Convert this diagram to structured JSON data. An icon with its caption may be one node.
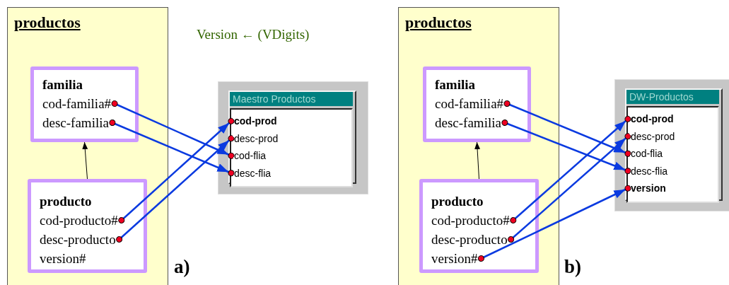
{
  "diagram": {
    "nodes": [
      {
        "text": [
          "productos"
        ]
      },
      {
        "text": [
          "familia"
        ],
        "in": 0
      },
      {
        "text": [
          "cod-familia#"
        ],
        "in": 1
      },
      {
        "text": [
          "desc-familia"
        ],
        "in": 1
      },
      {
        "text": [
          "producto"
        ],
        "in": 0
      },
      {
        "text": [
          "cod-producto#"
        ],
        "in": 4
      },
      {
        "text": [
          "desc-producto"
        ],
        "in": 4
      },
      {
        "text": [
          "version#"
        ],
        "in": 4
      },
      {
        "text": [
          "Maestro Productos"
        ]
      },
      {
        "text": [
          "cod-prod"
        ],
        "in": 8
      },
      {
        "text": [
          "desc-prod"
        ],
        "in": 8
      },
      {
        "text": [
          "cod-flia"
        ],
        "in": 8
      },
      {
        "text": [
          "desc-flia"
        ],
        "in": 8
      },
      {
        "text": [
          "productos"
        ]
      },
      {
        "text": [
          "familia"
        ],
        "in": 13
      },
      {
        "text": [
          "cod-familia#"
        ],
        "in": 14
      },
      {
        "text": [
          "desc-familia"
        ],
        "in": 14
      },
      {
        "text": [
          "producto"
        ],
        "in": 13
      },
      {
        "text": [
          "cod-producto#"
        ],
        "in": 17
      },
      {
        "text": [
          "desc-producto"
        ],
        "in": 17
      },
      {
        "text": [
          "version#"
        ],
        "in": 17
      },
      {
        "text": [
          "DW-Productos"
        ]
      },
      {
        "text": [
          "cod-prod"
        ],
        "in": 21
      },
      {
        "text": [
          "desc-prod"
        ],
        "in": 21
      },
      {
        "text": [
          "cod-flia"
        ],
        "in": 21
      },
      {
        "text": [
          "desc-flia"
        ],
        "in": 21
      },
      {
        "text": [
          "version"
        ],
        "in": 21
      }
    ],
    "edges": [
      {
        "from": 4,
        "to": 1,
        "arrow": "to",
        "color": "#000000"
      },
      {
        "from": 2,
        "to": 11,
        "arrow": "to"
      },
      {
        "from": 3,
        "to": 12,
        "arrow": "to"
      },
      {
        "from": 5,
        "to": 9,
        "arrow": "to"
      },
      {
        "from": 6,
        "to": 10,
        "arrow": "to"
      },
      {
        "from": 17,
        "to": 14,
        "arrow": "to",
        "color": "#000000"
      },
      {
        "from": 15,
        "to": 24,
        "arrow": "to"
      },
      {
        "from": 16,
        "to": 25,
        "arrow": "to"
      },
      {
        "from": 18,
        "to": 22,
        "arrow": "to"
      },
      {
        "from": 19,
        "to": 23,
        "arrow": "to"
      },
      {
        "from": 20,
        "to": 26,
        "arrow": "to"
      }
    ],
    "labels": [
      "Version ← (VDigits)",
      "a)",
      "b)"
    ]
  }
}
